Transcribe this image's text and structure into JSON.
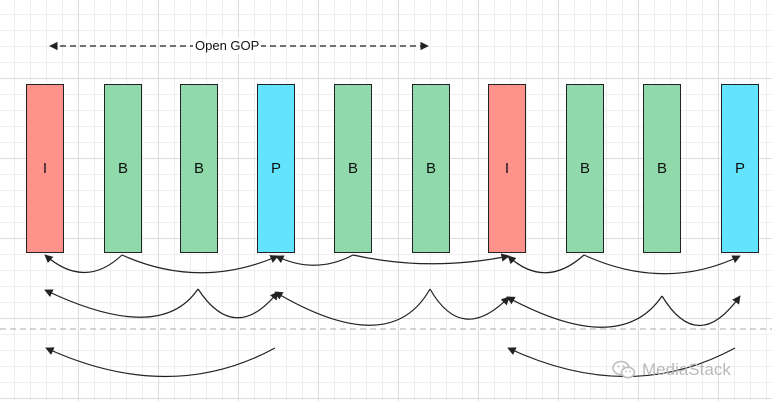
{
  "gop_label": "Open GOP",
  "watermark": "MediaStack",
  "colors": {
    "I": "#ff928a",
    "B": "#8fd9aa",
    "P": "#63e4fe",
    "line": "#222222",
    "divider": "#a8a8a8"
  },
  "frames": [
    {
      "type": "I",
      "label": "I"
    },
    {
      "type": "B",
      "label": "B"
    },
    {
      "type": "B",
      "label": "B"
    },
    {
      "type": "P",
      "label": "P"
    },
    {
      "type": "B",
      "label": "B"
    },
    {
      "type": "B",
      "label": "B"
    },
    {
      "type": "I",
      "label": "I"
    },
    {
      "type": "B",
      "label": "B"
    },
    {
      "type": "B",
      "label": "B"
    },
    {
      "type": "P",
      "label": "P"
    }
  ]
}
